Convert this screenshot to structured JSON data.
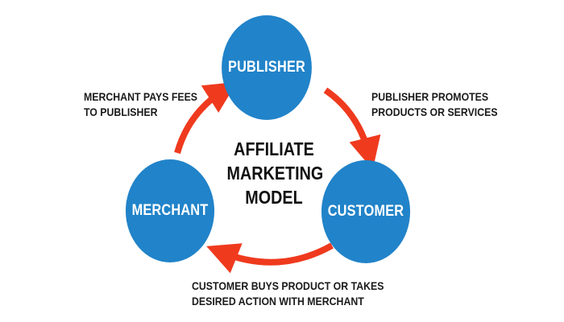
{
  "title": "AFFILIATE\nMARKETING\nMODEL",
  "colors": {
    "node": "#2183c9",
    "arrow": "#ef3a1e",
    "text": "#1a1a1a"
  },
  "nodes": {
    "publisher": {
      "label": "PUBLISHER"
    },
    "customer": {
      "label": "CUSTOMER"
    },
    "merchant": {
      "label": "MERCHANT"
    }
  },
  "edges": {
    "publisher_to_customer": {
      "from": "publisher",
      "to": "customer",
      "label": "PUBLISHER PROMOTES\nPRODUCTS OR SERVICES"
    },
    "customer_to_merchant": {
      "from": "customer",
      "to": "merchant",
      "label": "CUSTOMER BUYS PRODUCT OR TAKES\nDESIRED ACTION WITH MERCHANT"
    },
    "merchant_to_publisher": {
      "from": "merchant",
      "to": "publisher",
      "label": "MERCHANT PAYS FEES\nTO PUBLISHER"
    }
  }
}
